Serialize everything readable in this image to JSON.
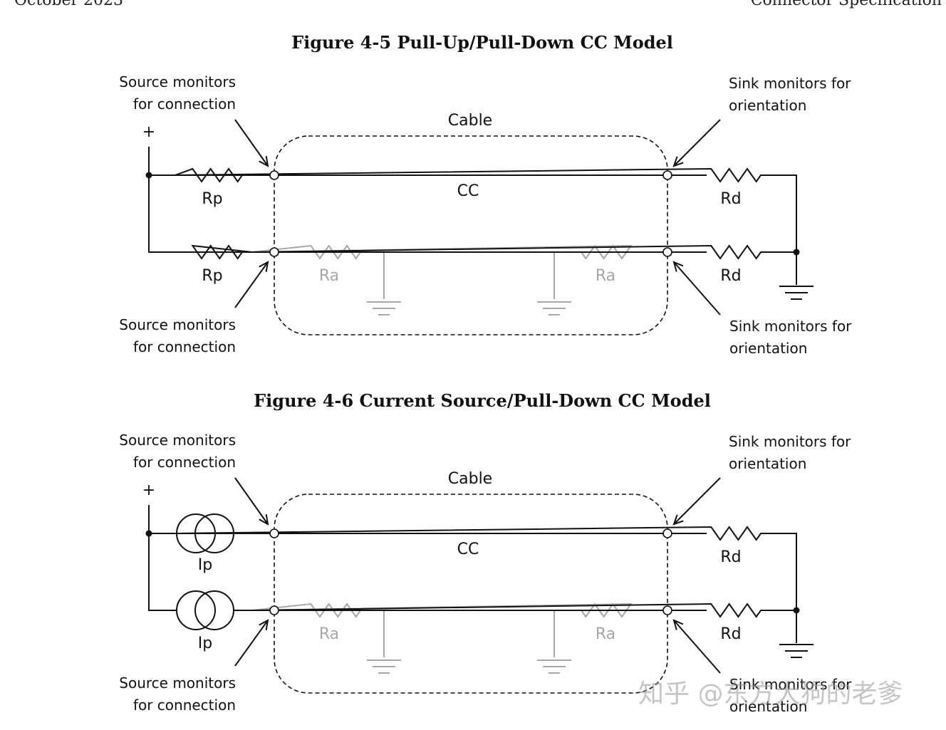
{
  "header": {
    "left": "October 2023",
    "right": "Connector Specification"
  },
  "figures": [
    {
      "title": "Figure 4-5  Pull-Up/Pull-Down CC Model",
      "source_type": "resistor",
      "labels": {
        "source_top": [
          "Source monitors",
          "for connection"
        ],
        "source_bottom": [
          "Source monitors",
          "for connection"
        ],
        "sink_top": [
          "Sink monitors for",
          "orientation"
        ],
        "sink_bottom": [
          "Sink monitors for",
          "orientation"
        ],
        "plus": "+",
        "cable": "Cable",
        "cc": "CC",
        "source_top_component": "Rp",
        "source_bottom_component": "Rp",
        "sink_top_component": "Rd",
        "sink_bottom_component": "Rd",
        "ra_left": "Ra",
        "ra_right": "Ra"
      }
    },
    {
      "title": "Figure 4-6  Current Source/Pull-Down CC Model",
      "source_type": "current-source",
      "labels": {
        "source_top": [
          "Source monitors",
          "for connection"
        ],
        "source_bottom": [
          "Source monitors",
          "for connection"
        ],
        "sink_top": [
          "Sink monitors for",
          "orientation"
        ],
        "sink_bottom": [
          "Sink monitors for",
          "orientation"
        ],
        "plus": "+",
        "cable": "Cable",
        "cc": "CC",
        "source_top_component": "Ip",
        "source_bottom_component": "Ip",
        "sink_top_component": "Rd",
        "sink_bottom_component": "Rd",
        "ra_left": "Ra",
        "ra_right": "Ra"
      }
    }
  ],
  "watermark": "知乎 @东方大狗的老爹",
  "colors": {
    "line": "#111111",
    "ra_grey": "#a6a6a6"
  }
}
